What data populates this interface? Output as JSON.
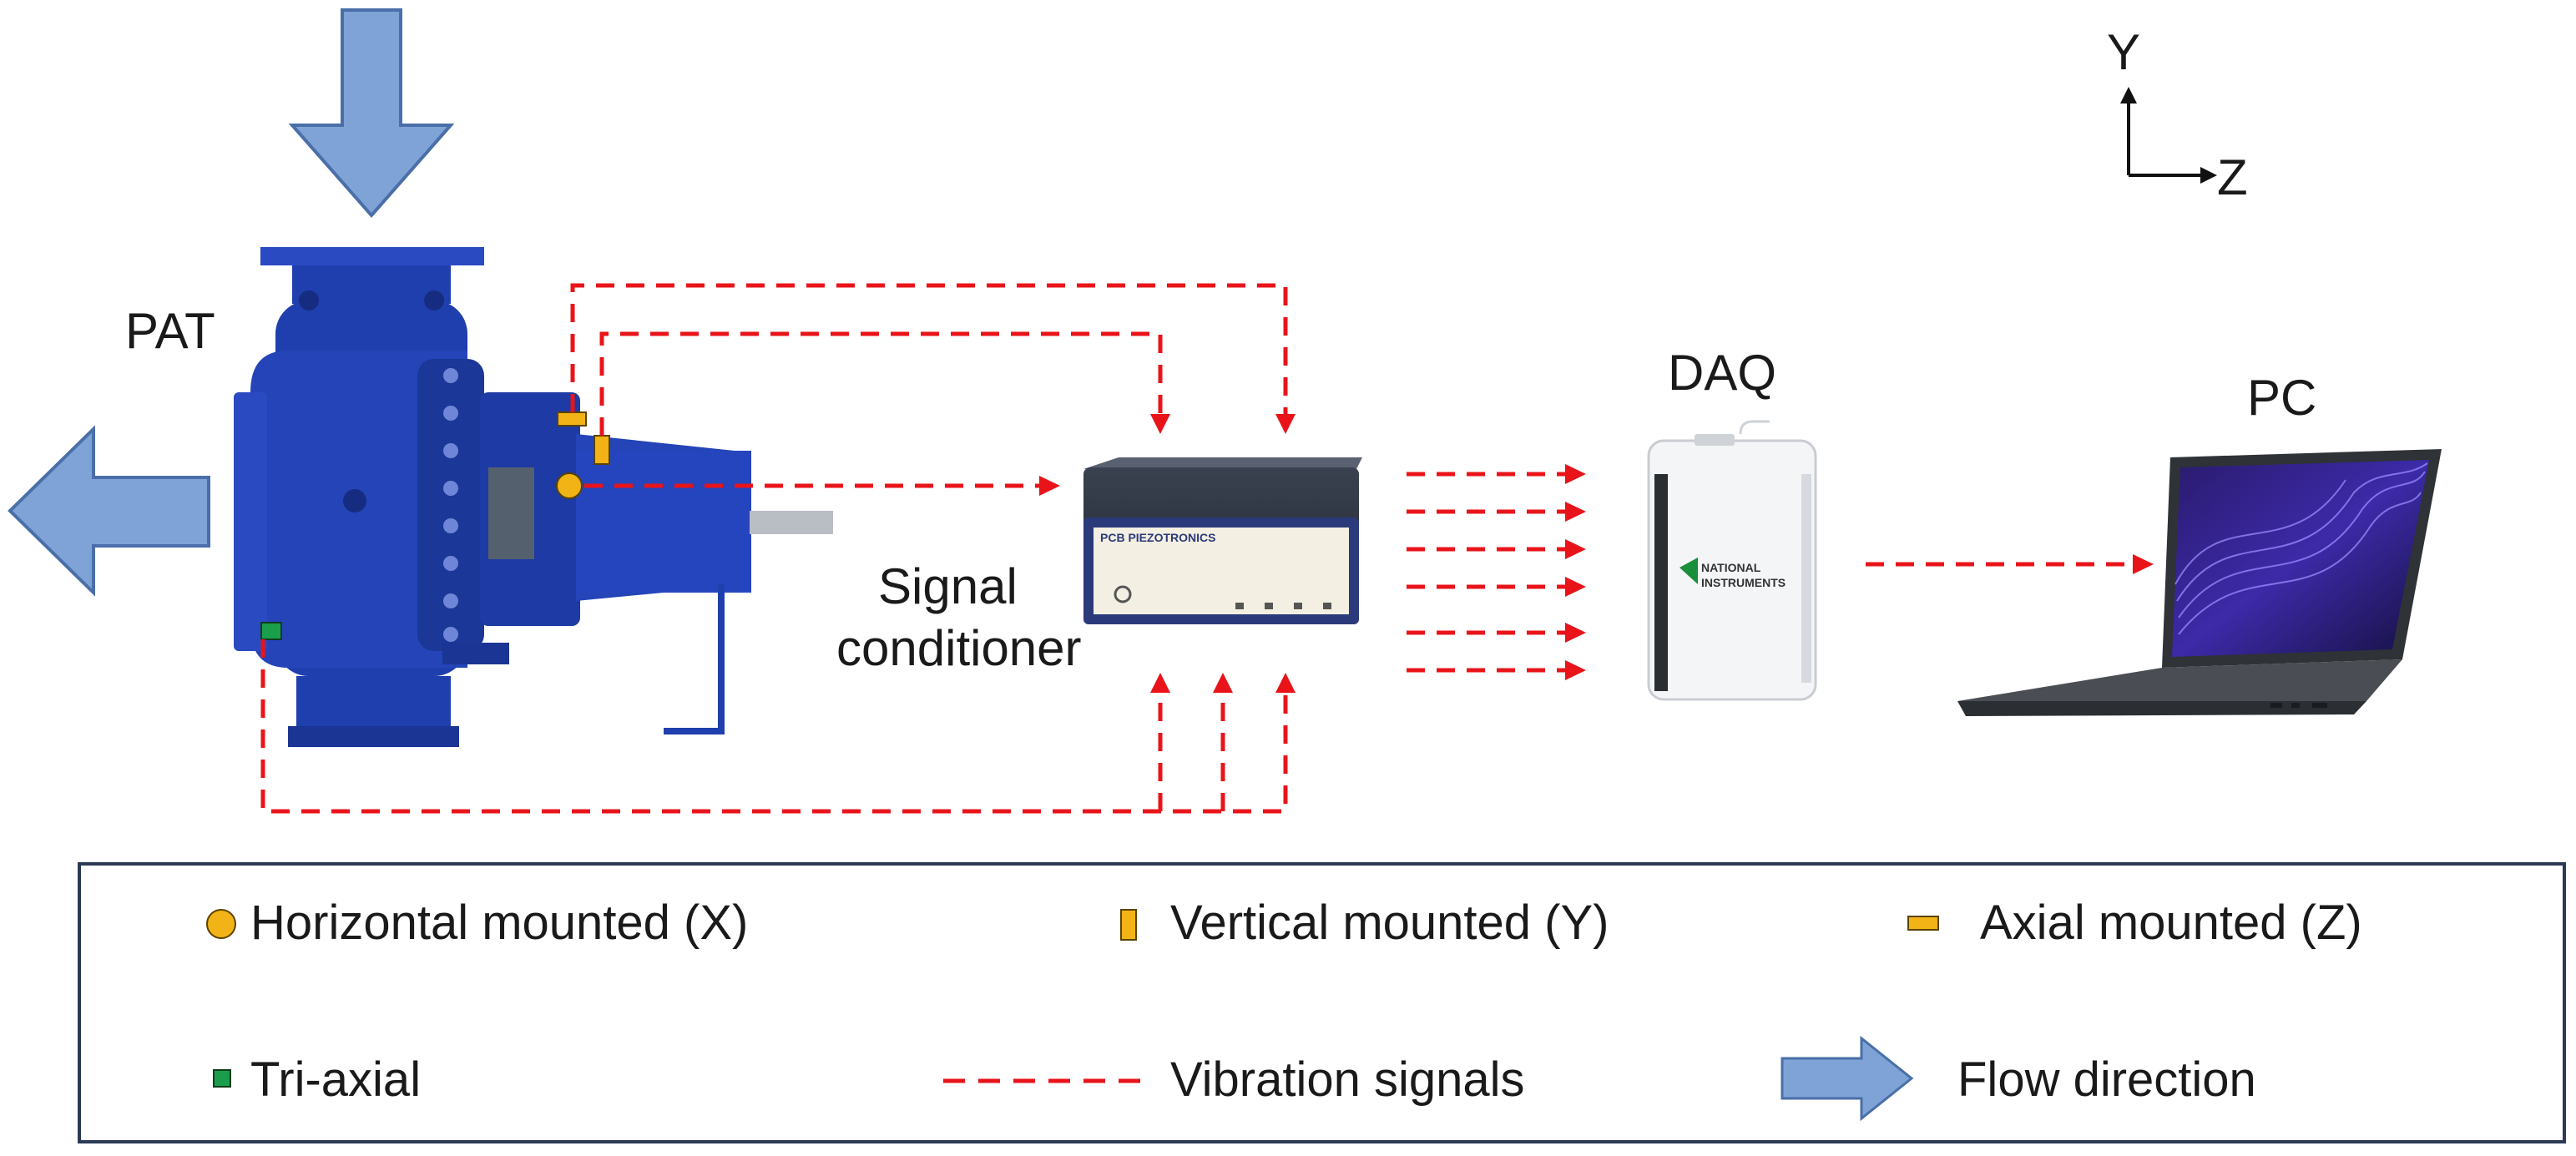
{
  "labels": {
    "pat": "PAT",
    "signal_conditioner_line1": "Signal",
    "signal_conditioner_line2": "conditioner",
    "daq": "DAQ",
    "pc": "PC",
    "axis_y": "Y",
    "axis_z": "Z"
  },
  "device_text": {
    "conditioner_brand": "PCB PIEZOTRONICS",
    "daq_brand_line1": "NATIONAL",
    "daq_brand_line2": "INSTRUMENTS"
  },
  "legend": {
    "horizontal": "Horizontal mounted (X)",
    "vertical": "Vertical mounted (Y)",
    "axial": "Axial mounted (Z)",
    "triaxial": "Tri-axial",
    "vibration": "Vibration signals",
    "flow": "Flow direction"
  },
  "colors": {
    "signal_red": "#e8141a",
    "flow_arrow_fill": "#7fa3d6",
    "flow_arrow_stroke": "#4a6fa8",
    "pump_blue": "#1f3fae",
    "sensor_yellow": "#f2b316",
    "triaxial_green": "#1a9e4b",
    "legend_border": "#2b3a55"
  }
}
